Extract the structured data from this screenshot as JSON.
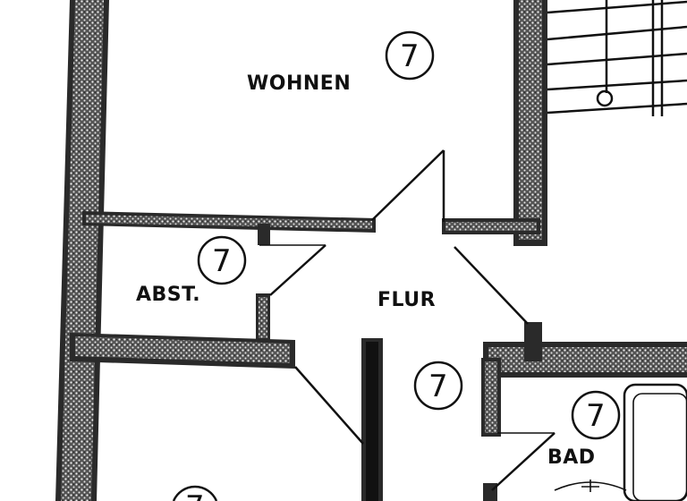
{
  "rooms": {
    "wohnen": "WOHNEN",
    "abst": "ABST.",
    "flur": "FLUR",
    "bad": "BAD"
  },
  "markers": {
    "wohnen": "7",
    "abst": "7",
    "flur": "7",
    "bad": "7",
    "bottom": "7"
  }
}
